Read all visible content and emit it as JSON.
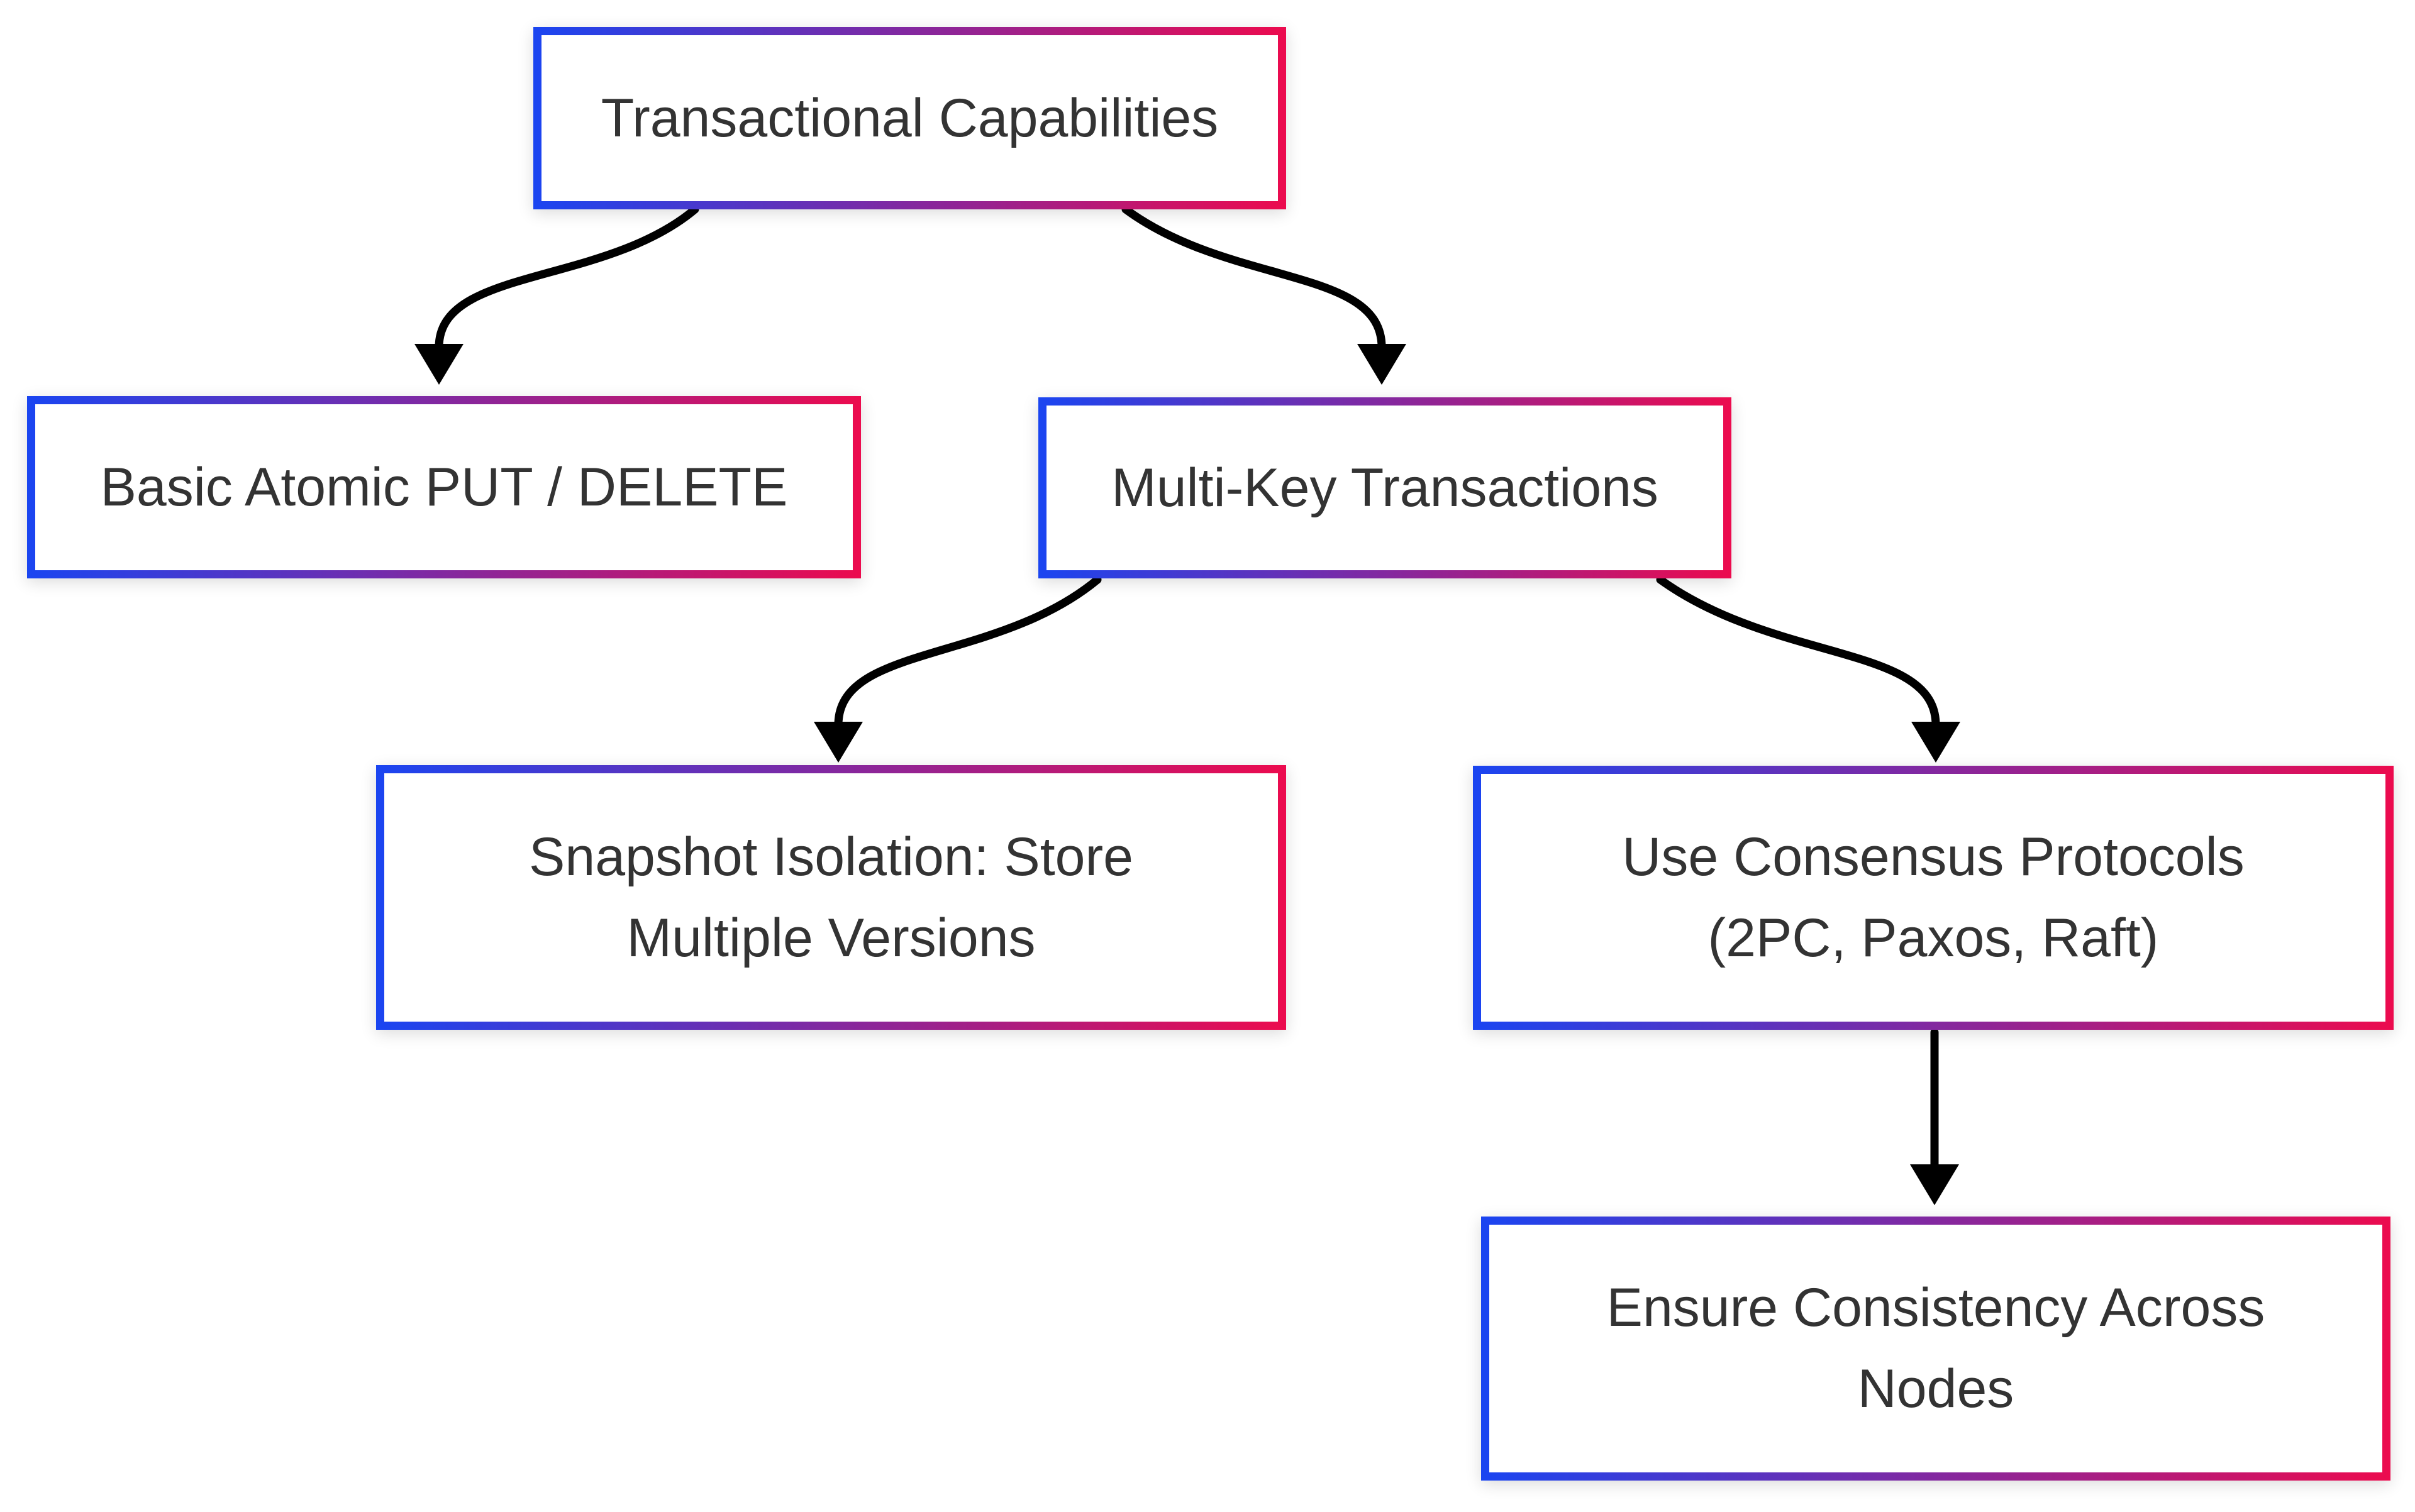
{
  "diagram": {
    "title": "Transactional Capabilities flowchart",
    "colors": {
      "background": "#ffffff",
      "accent_gradient_from": "#1a45f1",
      "accent_gradient_to": "#ec0b4e",
      "node_fill": "#ffffff",
      "edge_color": "#000000",
      "text_color": "#333333"
    },
    "nodes": {
      "root": {
        "label": "Transactional Capabilities"
      },
      "basic": {
        "label": "Basic Atomic PUT / DELETE"
      },
      "multikey": {
        "label": "Multi-Key Transactions"
      },
      "snapshot": {
        "line1": "Snapshot Isolation: Store",
        "line2": "Multiple Versions"
      },
      "consensus": {
        "line1": "Use Consensus Protocols",
        "line2": "(2PC, Paxos, Raft)"
      },
      "consistency": {
        "line1": "Ensure Consistency Across",
        "line2": "Nodes"
      }
    },
    "edges": [
      {
        "from": "Transactional Capabilities",
        "to": "Basic Atomic PUT / DELETE"
      },
      {
        "from": "Transactional Capabilities",
        "to": "Multi-Key Transactions"
      },
      {
        "from": "Multi-Key Transactions",
        "to": "Snapshot Isolation: Store Multiple Versions"
      },
      {
        "from": "Multi-Key Transactions",
        "to": "Use Consensus Protocols (2PC, Paxos, Raft)"
      },
      {
        "from": "Use Consensus Protocols (2PC, Paxos, Raft)",
        "to": "Ensure Consistency Across Nodes"
      }
    ]
  }
}
